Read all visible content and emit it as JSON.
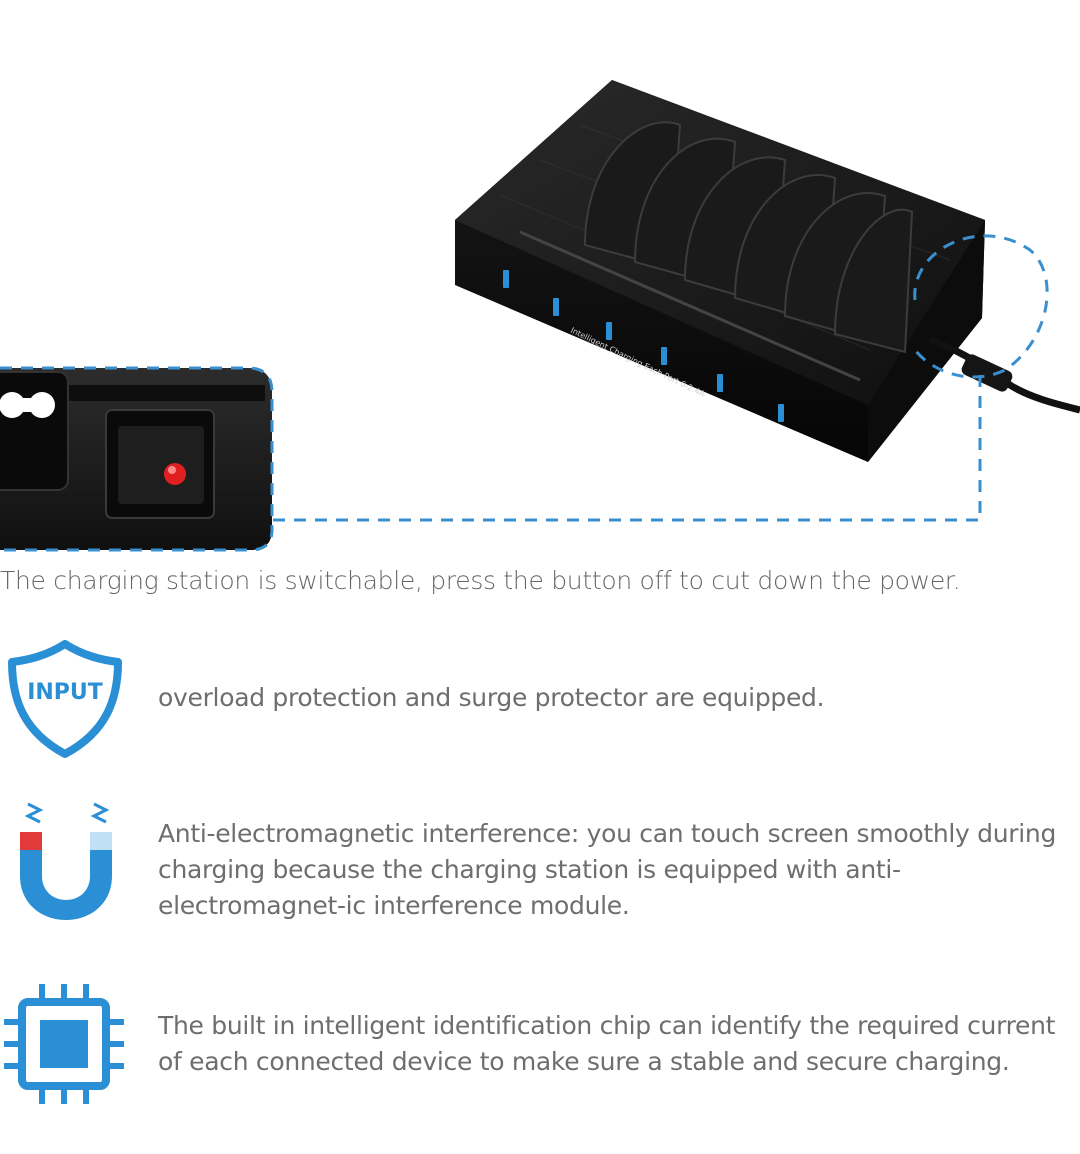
{
  "product": {
    "port_label": "Intelligent Charging Each Port 0-2.4A"
  },
  "caption": "The charging station is switchable, press the button off to cut down the power.",
  "features": [
    {
      "icon": "shield-icon",
      "icon_label": "INPUT",
      "text": "overload protection and surge protector are equipped."
    },
    {
      "icon": "magnet-icon",
      "text": "Anti-electromagnetic interference: you can touch screen smoothly during charging because the charging station is equipped with anti-electromagnet-ic interference module."
    },
    {
      "icon": "chip-icon",
      "text": "The built in intelligent identification chip can identify the required current of each connected device to make sure a stable and secure charging."
    }
  ],
  "colors": {
    "accent_blue": "#2b8fd6",
    "dashed_callout": "#3a8fcf",
    "magnet_red": "#e23a3a",
    "device_black": "#1b1b1b"
  }
}
